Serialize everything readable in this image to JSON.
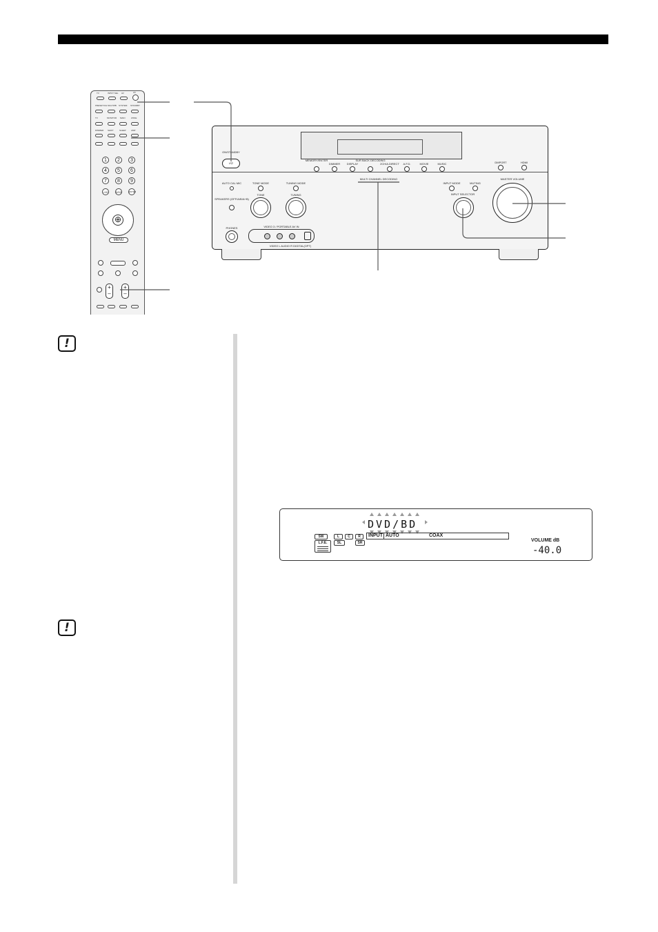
{
  "remote": {
    "top_buttons": [
      "TV",
      "INPUT SEL",
      "AV",
      "I/⏻"
    ],
    "row2": [
      "PRESET/CH",
      "MULTIPB",
      "SYSTEM",
      "STANDBY"
    ],
    "row3": [
      "TV",
      "MONITOR",
      "MAIN",
      "ZONE"
    ],
    "row4": [
      "DIMMER",
      "SHIFT",
      "SLEEP",
      "AMP"
    ],
    "number_keys": [
      "1",
      "2",
      "3",
      "4",
      "5",
      "6",
      "7",
      "8",
      "9",
      ">10",
      "0/10",
      "ENTER"
    ],
    "menu_label": "MENU",
    "center_symbol": "⊕",
    "plus": "+",
    "minus": "–"
  },
  "receiver": {
    "power_label": "ON/STANDBY",
    "power_button": "I/⏻",
    "front_labels": [
      "MEMORY/ENTER",
      "DIMMER",
      "DISPLAY",
      "SUR BACK DECODING",
      "2CH/A.DIRECT",
      "A.F.D.",
      "MOVIE",
      "MUSIC"
    ],
    "right_labels": [
      "DMPORT",
      "HDMI"
    ],
    "auto_cal_mic": "AUTO CAL MIC",
    "tone_mode": "TONE MODE",
    "tuning_mode": "TUNING MODE",
    "tone": "TONE",
    "tuning": "TUNING",
    "speakers": "SPEAKERS (OFF/A/B/A+B)",
    "multichannel": "MULTI CHANNEL DECODING",
    "input_mode": "INPUT MODE",
    "muting": "MUTING",
    "input_selector": "INPUT SELECTOR",
    "master_volume": "MASTER VOLUME",
    "phones": "PHONES",
    "av_in_label": "VIDEO 3 / PORTABLE AV IN",
    "av_jack_labels": "VIDEO   L  AUDIO  R   DIGITAL(OPT)"
  },
  "front_display": {
    "source_text": "DVD/BD",
    "channel_chips": [
      "SW",
      "L",
      "C",
      "R",
      "SL",
      "SR",
      "L.F.E."
    ],
    "input_label": "INPUT",
    "input_mode": "AUTO",
    "input_type": "COAX",
    "volume_label": "VOLUME dB",
    "volume_value": "-40.0"
  },
  "notes": {
    "note_icon_1": "!",
    "note_icon_2": "!"
  }
}
